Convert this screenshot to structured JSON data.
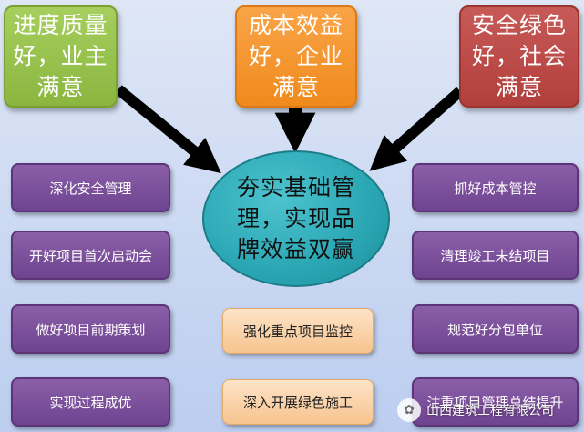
{
  "top_boxes": {
    "left": "进度质量\n好，业主\n满意",
    "middle": "成本效益\n好，企业\n满意",
    "right": "安全绿色\n好，社会\n满意"
  },
  "center": "夯实基础管\n理，实现品\n牌效益双赢",
  "left_items": [
    "深化安全管理",
    "开好项目首次启动会",
    "做好项目前期策划",
    "实现过程成优"
  ],
  "right_items": [
    "抓好成本管控",
    "清理竣工未结项目",
    "规范好分包单位",
    "注重项目管理总结提升"
  ],
  "middle_items": [
    "强化重点项目监控",
    "深入开展绿色施工"
  ],
  "watermark": {
    "text": "山西建筑工程有限公司",
    "icon": "wechat-icon"
  },
  "colors": {
    "green": "#8ab640",
    "orange": "#f08a1c",
    "red": "#b23f3c",
    "purple": "#6e4390",
    "teal": "#2aa6b3",
    "peach": "#f7c48f"
  }
}
